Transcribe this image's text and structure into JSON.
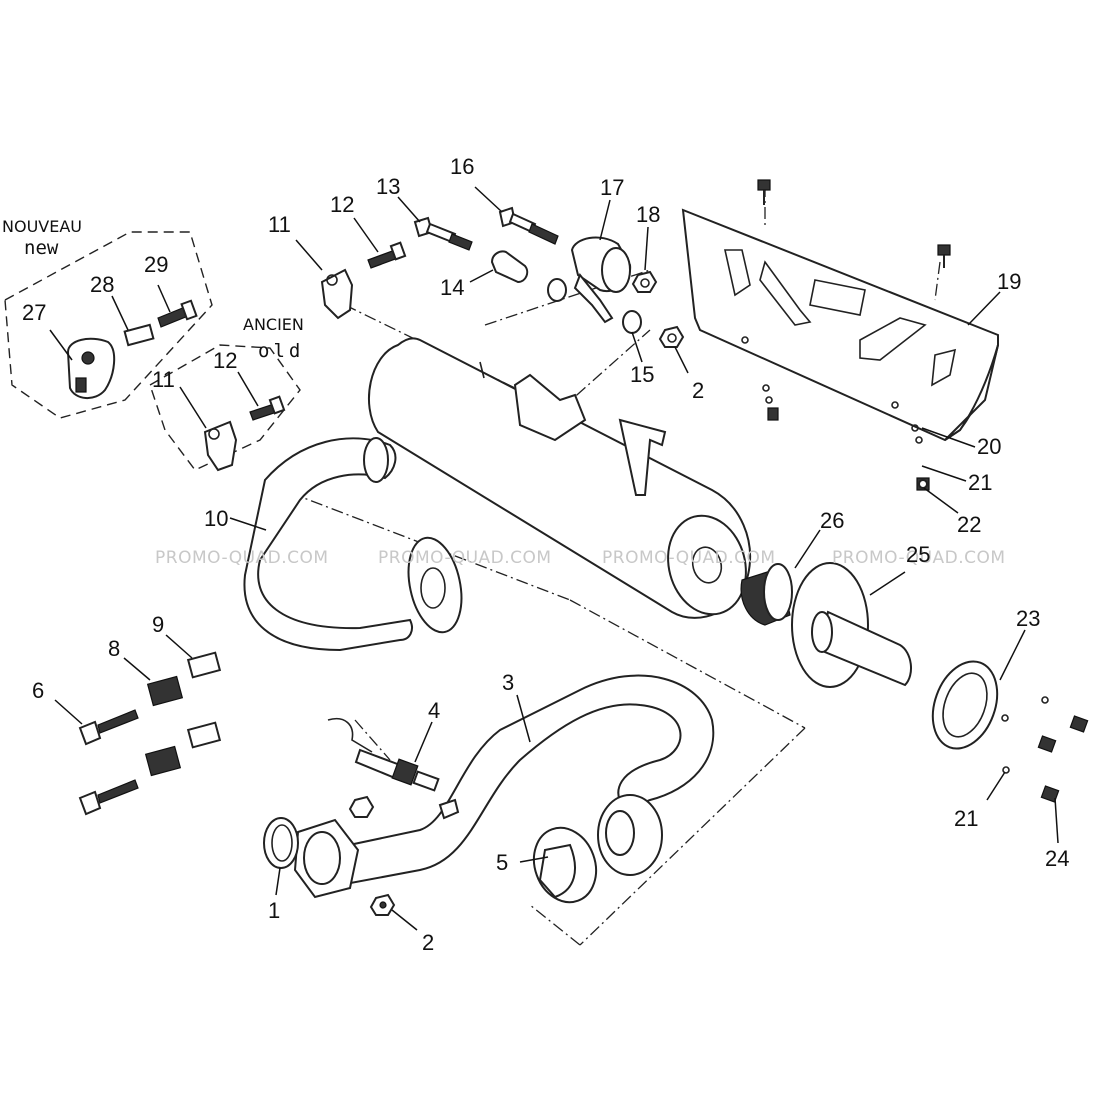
{
  "variant_labels": {
    "new_fr": "NOUVEAU",
    "new_en": "new",
    "old_fr": "ANCIEN",
    "old_en": "old"
  },
  "watermark": "PROMO-QUAD.COM",
  "callouts": [
    "1",
    "2",
    "2",
    "3",
    "4",
    "5",
    "6",
    "8",
    "9",
    "10",
    "11",
    "11",
    "12",
    "12",
    "13",
    "14",
    "15",
    "16",
    "17",
    "18",
    "19",
    "20",
    "21",
    "21",
    "22",
    "23",
    "24",
    "25",
    "26",
    "27",
    "28",
    "29"
  ]
}
